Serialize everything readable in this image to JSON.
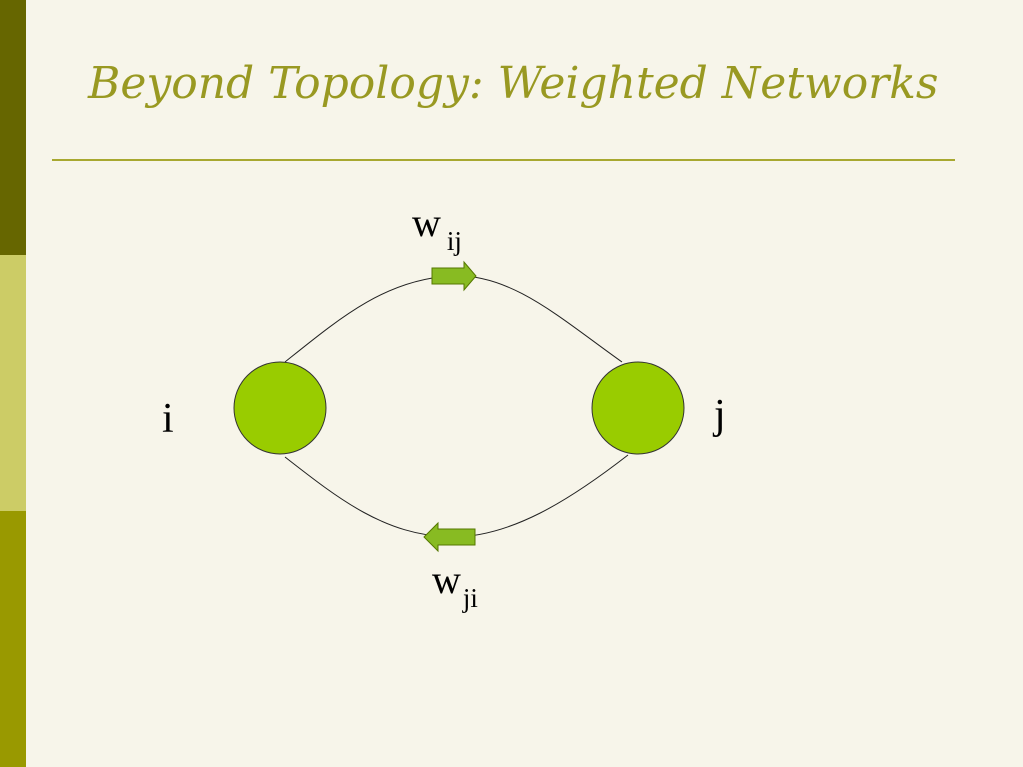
{
  "slide": {
    "title": "Beyond Topology: Weighted Networks"
  },
  "diagram": {
    "nodes": [
      {
        "id": "i",
        "label": "i"
      },
      {
        "id": "j",
        "label": "j"
      }
    ],
    "edges": [
      {
        "from": "i",
        "to": "j",
        "weight_symbol": "w",
        "weight_subscript": "ij"
      },
      {
        "from": "j",
        "to": "i",
        "weight_symbol": "w",
        "weight_subscript": "ji"
      }
    ],
    "colors": {
      "node_fill": "#99cc00",
      "arrow_fill": "#88bb22",
      "title": "#999922",
      "accent_dark": "#666600",
      "accent_light": "#cccc66",
      "accent_mid": "#999900"
    }
  }
}
